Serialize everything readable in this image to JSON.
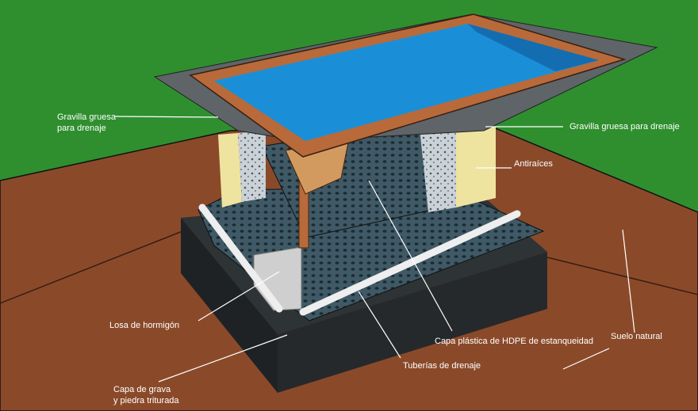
{
  "labels": {
    "gravel_left_line1": "Gravilla gruesa",
    "gravel_left_line2": "para drenaje",
    "gravel_right": "Gravilla gruesa para drenaje",
    "root_barrier": "Antiraíces",
    "concrete_slab": "Losa de hormigón",
    "hdpe_layer": "Capa plástica de HDPE de estanqueidad",
    "natural_soil": "Suelo natural",
    "drain_pipes": "Tuberías de drenaje",
    "gravel_base_line1": "Capa de grava",
    "gravel_base_line2": "y piedra triturada"
  },
  "colors": {
    "grass": "#2f8f2f",
    "soil": "#8a4a2a",
    "water": "#1a8fd8",
    "wood": "#b86a3a",
    "gravel_base": "#2b2f31",
    "hdpe": "#3f5a66"
  }
}
